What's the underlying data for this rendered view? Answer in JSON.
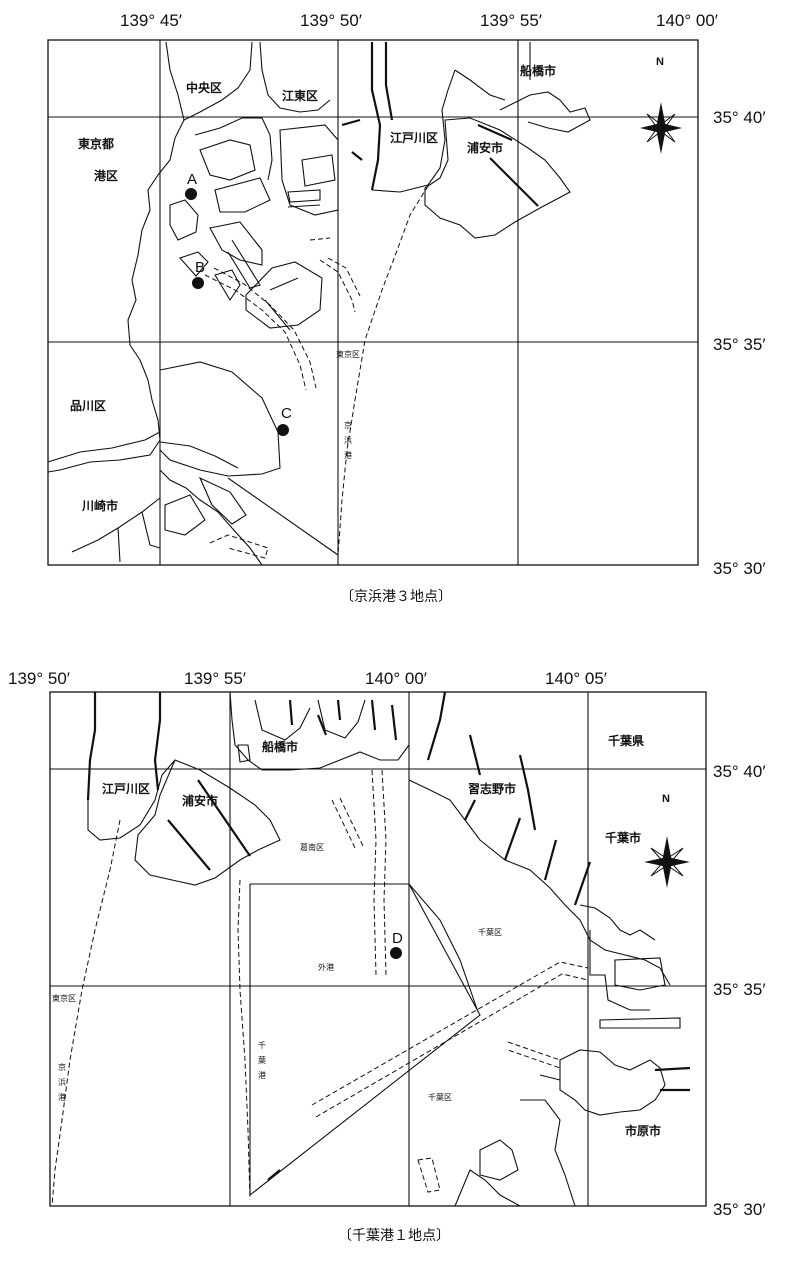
{
  "map1": {
    "lon_labels": [
      "139° 45′",
      "139° 50′",
      "139° 55′",
      "140° 00′"
    ],
    "lat_labels": [
      "35° 40′",
      "35° 35′",
      "35° 30′"
    ],
    "north_label": "N",
    "places": [
      "中央区",
      "江東区",
      "船橋市",
      "江戸川区",
      "浦安市",
      "東京都",
      "港区",
      "品川区",
      "川崎市"
    ],
    "zone_labels": [
      "東京区"
    ],
    "port_label": [
      "京",
      "浜",
      "港"
    ],
    "points": [
      {
        "name": "A"
      },
      {
        "name": "B"
      },
      {
        "name": "C"
      }
    ],
    "caption": "〔京浜港３地点〕"
  },
  "map2": {
    "lon_labels": [
      "139° 50′",
      "139° 55′",
      "140° 00′",
      "140° 05′"
    ],
    "lat_labels": [
      "35° 40′",
      "35° 35′",
      "35° 30′"
    ],
    "north_label": "N",
    "places": [
      "船橋市",
      "千葉県",
      "江戸川区",
      "浦安市",
      "習志野市",
      "千葉市",
      "市原市"
    ],
    "zone_labels": [
      "葛南区",
      "千葉区",
      "外港",
      "東京区",
      "千葉区"
    ],
    "keihin_label": [
      "京",
      "浜",
      "港"
    ],
    "chiba_port_label": [
      "千",
      "葉",
      "港"
    ],
    "points": [
      {
        "name": "D"
      }
    ],
    "caption": "〔千葉港１地点〕"
  }
}
